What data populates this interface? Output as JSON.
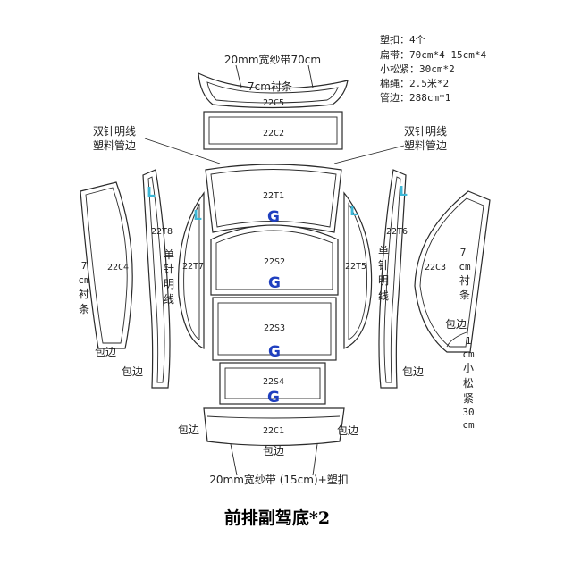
{
  "title": "前排副驾底*2",
  "materials": {
    "l1": "塑扣：4个",
    "l2": "扁带：70cm*4  15cm*4",
    "l3": "小松紧：30cm*2",
    "l4": "棉绳：2.5米*2",
    "l5": "管边：288cm*1"
  },
  "pieces": {
    "c5": "22C5",
    "c2": "22C2",
    "t1": "22T1",
    "s2": "22S2",
    "s3": "22S3",
    "s4": "22S4",
    "c1": "22C1",
    "c4": "22C4",
    "c3": "22C3",
    "t8": "22T8",
    "t7": "22T7",
    "t5": "22T5",
    "t6": "22T6"
  },
  "markers": {
    "g": "G",
    "l": "L"
  },
  "notes": {
    "top_strap": "20mm宽纱带70cm",
    "lining_7cm": "7cm衬条",
    "double_stitch_l1": "双针明线",
    "double_stitch_l2": "塑料管边",
    "left_strip_v": [
      "7",
      "cm",
      "衬",
      "条"
    ],
    "single_stitch_v": [
      "单",
      "针",
      "明",
      "线"
    ],
    "right_strip_v": [
      "7",
      "cm",
      "衬",
      "条"
    ],
    "elastic_v": [
      "1",
      "cm",
      "小",
      "松",
      "紧",
      "30",
      "cm"
    ],
    "binding": "包边",
    "bottom_strap": "20mm宽纱带 (15cm)+塑扣"
  }
}
